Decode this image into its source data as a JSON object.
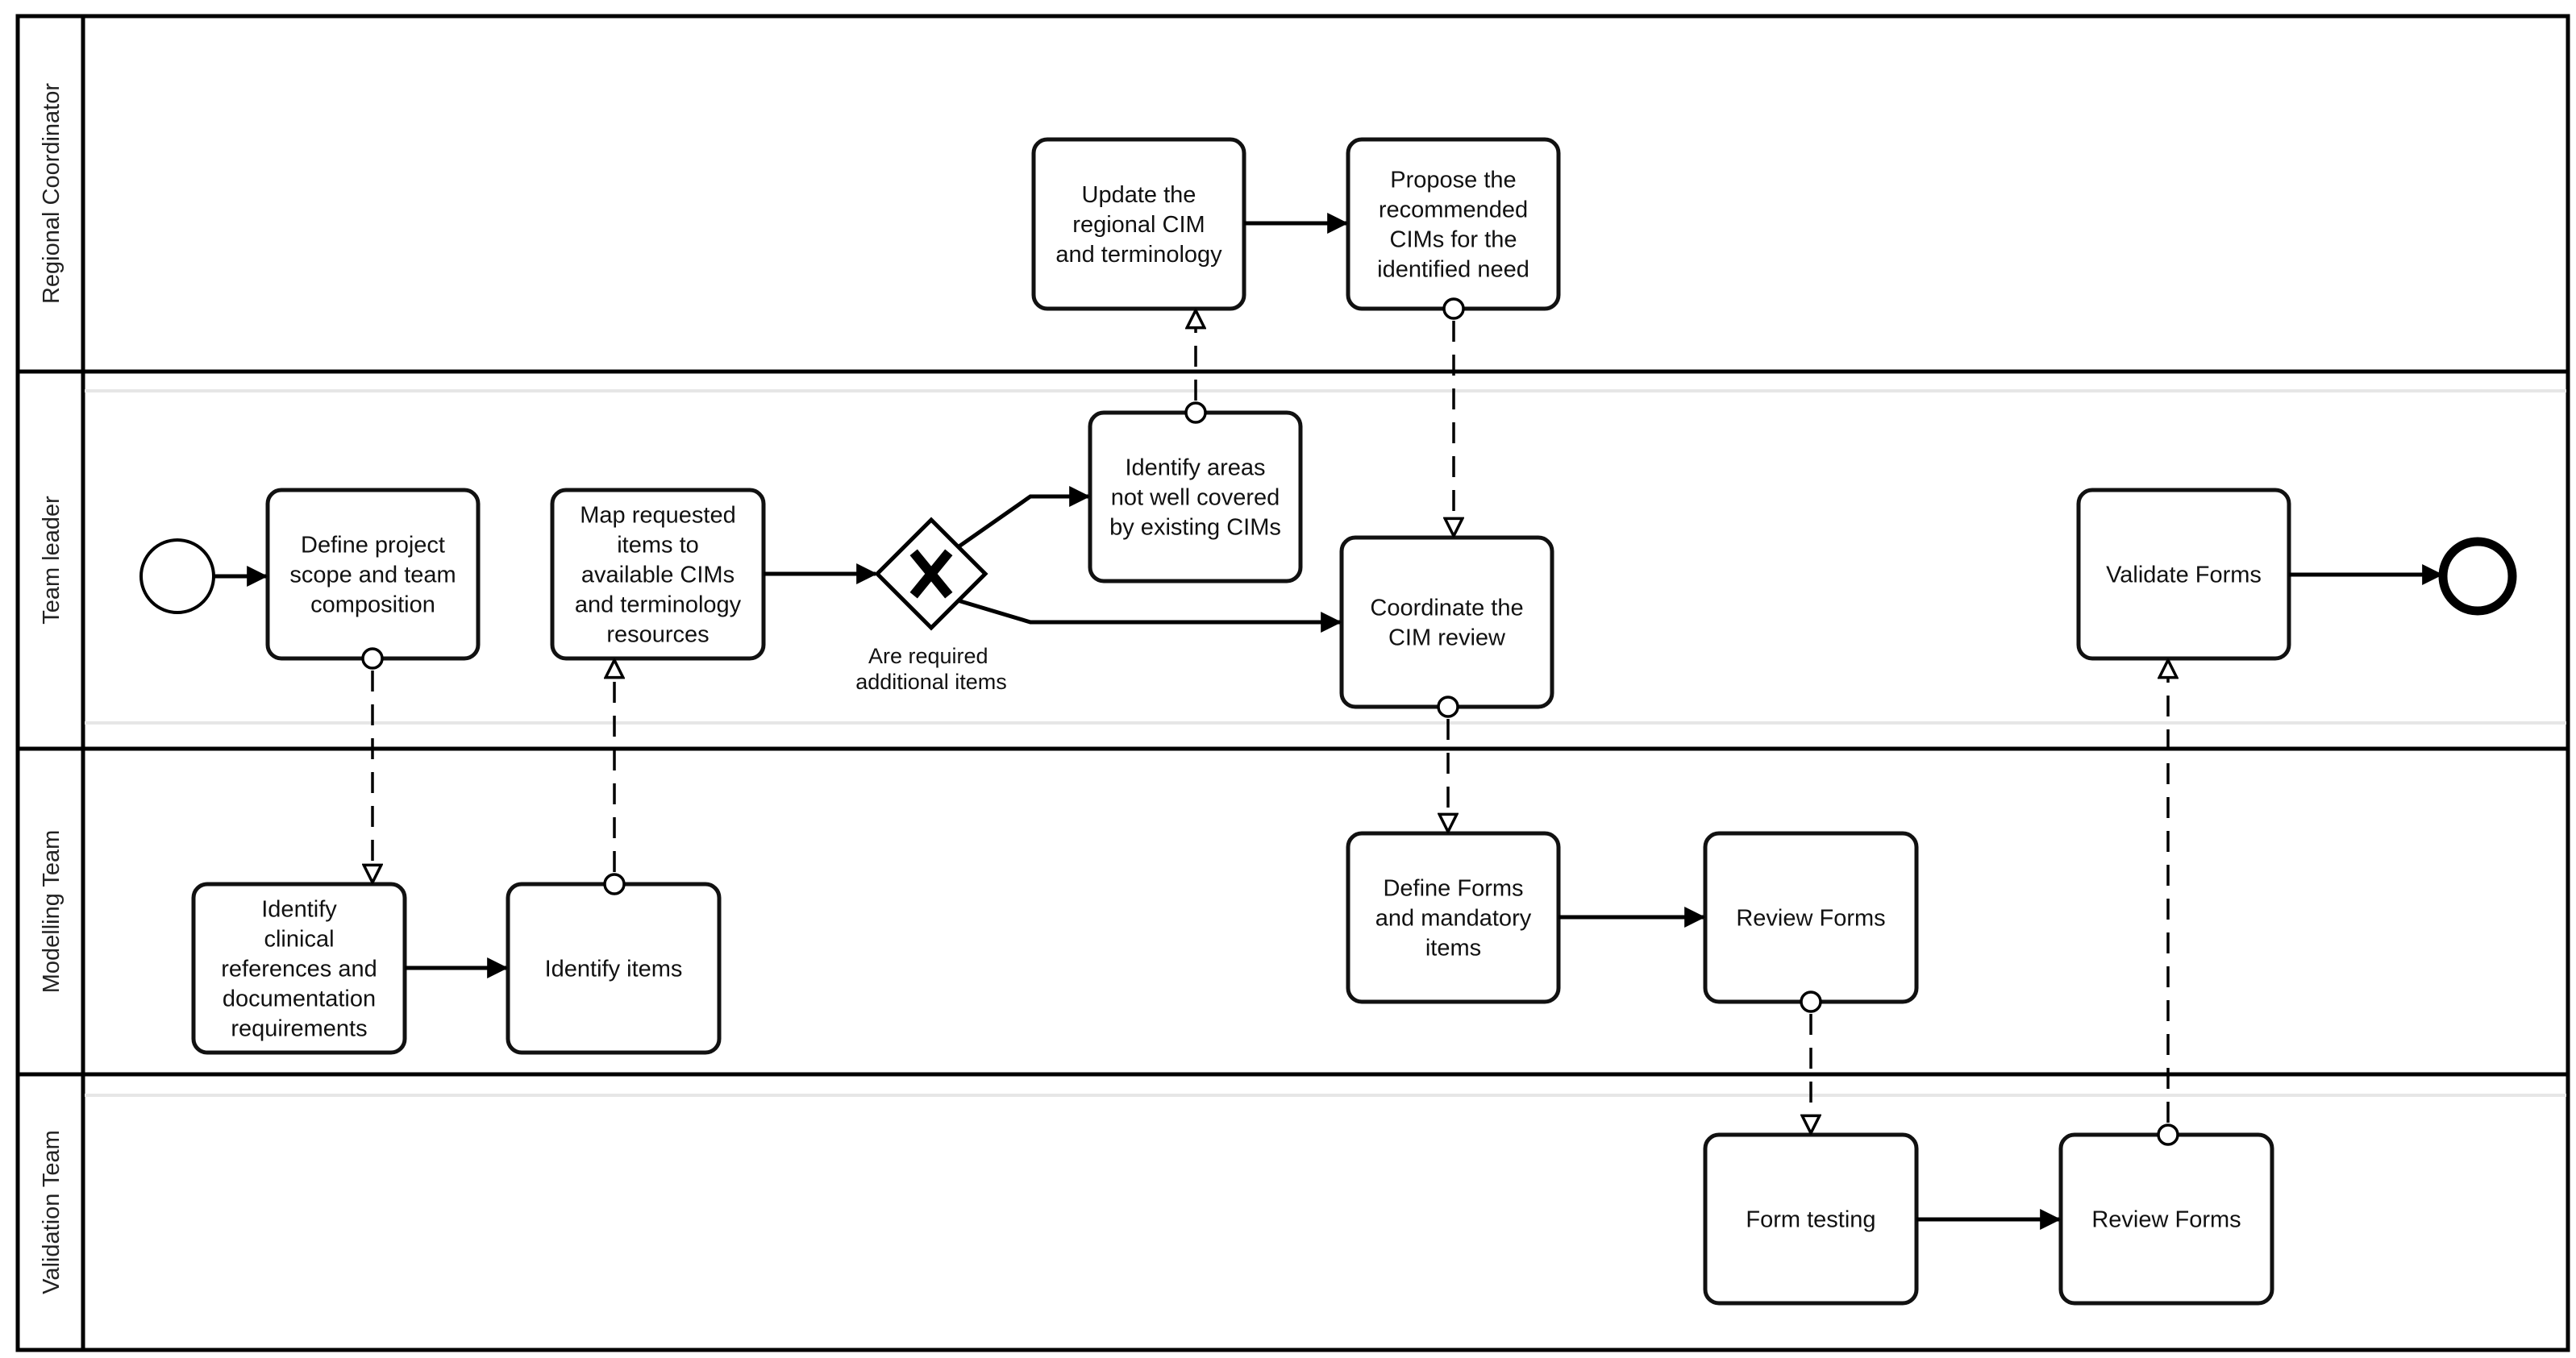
{
  "lanes": [
    {
      "label": "Regional Coordinator"
    },
    {
      "label": "Team leader"
    },
    {
      "label": "Modelling Team"
    },
    {
      "label": "Validation Team"
    }
  ],
  "tasks": {
    "define_scope": [
      "Define project",
      "scope and team",
      "composition"
    ],
    "map_requested": [
      "Map requested",
      "items to",
      "available CIMs",
      "and terminology",
      "resources"
    ],
    "identify_areas": [
      "Identify areas",
      "not well covered",
      "by existing CIMs"
    ],
    "coordinate_review": [
      "Coordinate the",
      "CIM review"
    ],
    "validate_forms": [
      "Validate Forms"
    ],
    "update_regional": [
      "Update the",
      "regional CIM",
      "and terminology"
    ],
    "propose_cims": [
      "Propose the",
      "recommended",
      "CIMs for the",
      "identified need"
    ],
    "identify_clinical": [
      "Identify",
      "clinical",
      "references and",
      "documentation",
      "requirements"
    ],
    "identify_items": [
      "Identify items"
    ],
    "define_forms": [
      "Define Forms",
      "and mandatory",
      "items"
    ],
    "review_forms_modelling": [
      "Review Forms"
    ],
    "form_testing": [
      "Form testing"
    ],
    "review_forms_validation": [
      "Review Forms"
    ]
  },
  "gateway": {
    "symbol": "X",
    "label": [
      "Are required",
      "additional items"
    ]
  }
}
